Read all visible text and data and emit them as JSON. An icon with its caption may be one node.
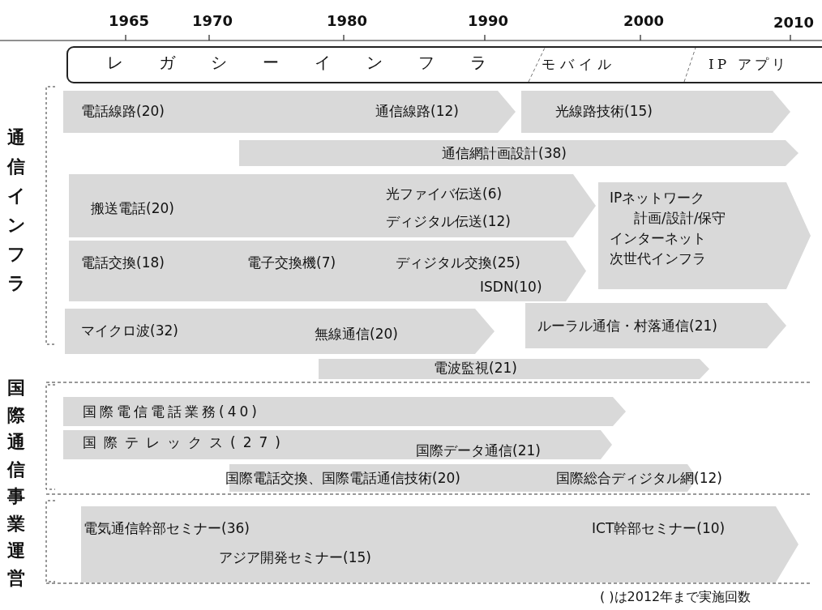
{
  "diagram": {
    "nodes": [
      {
        "text": [
          "レガシーインフラ",
          "モバイル",
          "IP アプリ"
        ]
      },
      {
        "text": [
          "電話線路(20)",
          "通信線路(12)"
        ]
      },
      {
        "text": [
          "光線路技術(15)"
        ]
      },
      {
        "text": [
          "通信網計画設計(38)"
        ]
      },
      {
        "text": [
          "搬送電話(20)",
          "光ファイバ伝送(6)",
          "ディジタル伝送(12)"
        ]
      },
      {
        "text": [
          "IPネットワーク",
          "計画/設計/保守",
          "インターネット",
          "次世代インフラ"
        ]
      },
      {
        "text": [
          "電話交換(18)",
          "電子交換機(7)",
          "ディジタル交換(25)",
          "ISDN(10)"
        ]
      },
      {
        "text": [
          "マイクロ波(32)",
          "無線通信(20)"
        ]
      },
      {
        "text": [
          "ルーラル通信・村落通信(21)"
        ]
      },
      {
        "text": [
          "電波監視(21)"
        ]
      },
      {
        "text": [
          "国際電信電話業務(40)"
        ]
      },
      {
        "text": [
          "国際テレックス(27)",
          "国際データ通信(21)"
        ]
      },
      {
        "text": [
          "国際電話交換、国際電話通信技術(20)",
          "国際総合ディジタル網(12)"
        ]
      },
      {
        "text": [
          "電気通信幹部セミナー(36)",
          "アジア開発セミナー(15)",
          "ICT幹部セミナー(10)"
        ]
      }
    ],
    "labels": [
      "1965",
      "1970",
      "1980",
      "1990",
      "2000",
      "2010",
      "通信インフラ",
      "国際通信事業運営",
      "( )は2012年まで実施回数"
    ]
  }
}
